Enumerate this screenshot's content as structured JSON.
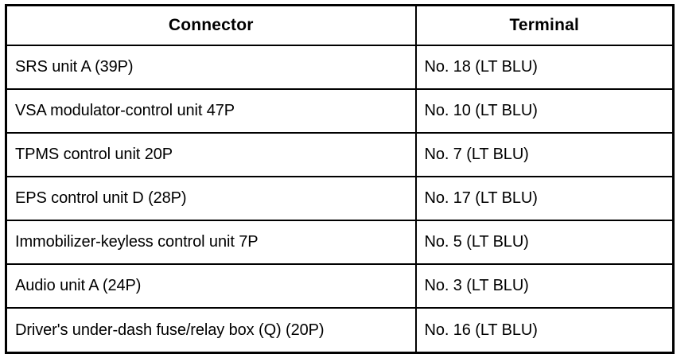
{
  "table": {
    "columns": [
      {
        "key": "connector",
        "label": "Connector"
      },
      {
        "key": "terminal",
        "label": "Terminal"
      }
    ],
    "rows": [
      {
        "connector": "SRS unit A (39P)",
        "terminal": "No. 18 (LT BLU)"
      },
      {
        "connector": "VSA modulator-control unit 47P",
        "terminal": "No. 10 (LT BLU)"
      },
      {
        "connector": "TPMS control unit 20P",
        "terminal": "No. 7 (LT BLU)"
      },
      {
        "connector": "EPS control unit D (28P)",
        "terminal": "No. 17 (LT BLU)"
      },
      {
        "connector": "Immobilizer-keyless control unit 7P",
        "terminal": "No. 5 (LT BLU)"
      },
      {
        "connector": "Audio unit A (24P)",
        "terminal": "No. 3 (LT BLU)"
      },
      {
        "connector": "Driver's under-dash fuse/relay box (Q) (20P)",
        "terminal": "No. 16 (LT BLU)"
      }
    ],
    "colors": {
      "border": "#000000",
      "text": "#000000",
      "background": "#ffffff"
    }
  }
}
